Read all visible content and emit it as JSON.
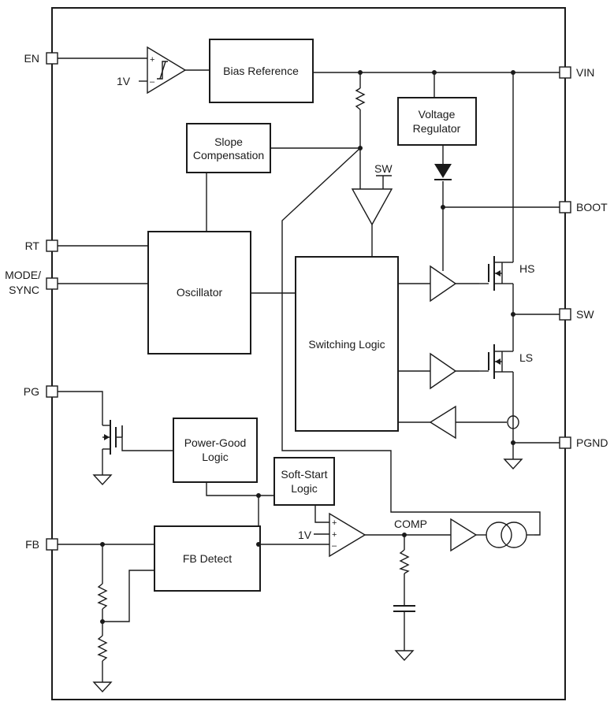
{
  "pins": {
    "en": "EN",
    "rt": "RT",
    "mode_line1": "MODE/",
    "mode_line2": "SYNC",
    "pg": "PG",
    "fb": "FB",
    "vin": "VIN",
    "boot": "BOOT",
    "sw": "SW",
    "pgnd": "PGND"
  },
  "blocks": {
    "bias_reference": "Bias Reference",
    "voltage_regulator_line1": "Voltage",
    "voltage_regulator_line2": "Regulator",
    "slope_comp_line1": "Slope",
    "slope_comp_line2": "Compensation",
    "oscillator": "Oscillator",
    "switching_logic": "Switching Logic",
    "power_good_line1": "Power-Good",
    "power_good_line2": "Logic",
    "soft_start_line1": "Soft-Start",
    "soft_start_line2": "Logic",
    "fb_detect": "FB Detect"
  },
  "labels": {
    "en_ref": "1V",
    "ea_ref": "1V",
    "sw_sense": "SW",
    "hs": "HS",
    "ls": "LS",
    "comp": "COMP",
    "plus": "+",
    "minus": "–"
  }
}
